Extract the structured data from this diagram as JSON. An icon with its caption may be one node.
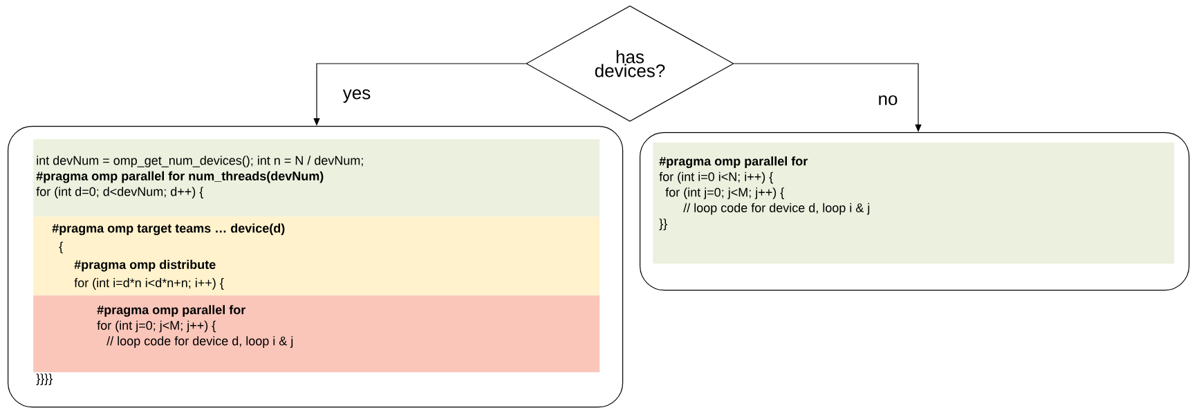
{
  "diagram": {
    "nodes": [
      {
        "text": [
          "has devices?"
        ]
      },
      {
        "text": [
          "}}}}"
        ]
      },
      {
        "text": [
          "int devNum = omp_get_num_devices(); int n = N / devNum;",
          "#pragma omp parallel for num_threads(devNum)",
          "for (int d=0; d<devNum; d++) {"
        ],
        "in": 1
      },
      {
        "text": [
          "#pragma omp target teams … device(d)",
          "{",
          "#pragma omp distribute",
          "for (int i=d*n i<d*n+n; i++) {"
        ],
        "in": 1
      },
      {
        "text": [
          "#pragma omp parallel for",
          "for (int j=0; j<M; j++) {",
          "// loop code for device d, loop i & j"
        ],
        "in": 1
      },
      {
        "text": [],
        "shape": "box"
      },
      {
        "text": [
          "#pragma omp parallel for",
          "for (int i=0 i<N; i++) {",
          "for (int j=0; j<M; j++) {",
          "// loop code for device d, loop i & j",
          "}}"
        ],
        "in": 5
      }
    ],
    "edges": [
      {
        "from": 0,
        "to": 1,
        "arrow": "to",
        "label": "yes"
      },
      {
        "from": 0,
        "to": 5,
        "arrow": "to",
        "label": "no"
      }
    ]
  }
}
